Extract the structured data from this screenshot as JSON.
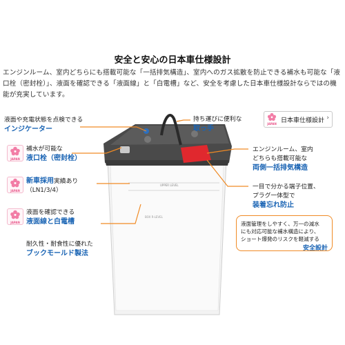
{
  "title": "安全と安心の日本車仕様設計",
  "description": "エンジンルーム、室内どちらにも搭載可能な「一括排気構造」、室内へのガス拡散を防止できる補水も可能な「液口栓（密封栓）」、液面を確認できる「液面線」と「白電槽」など、安全を考慮した日本車仕様設計ならではの機能が充実しています。",
  "spec_button": {
    "label": "日本車仕様設計",
    "icon": "sakura-icon",
    "badge_text": "JAPAN"
  },
  "callouts": {
    "indicator": {
      "line1": "液面や充電状態を点検できる",
      "emph": "インジケーター"
    },
    "handle": {
      "line1": "持ち運びに便利な",
      "emph": "取っ手"
    },
    "vent_plug": {
      "line1": "補水が可能な",
      "emph": "液口栓（密封栓）"
    },
    "exhaust": {
      "line1": "エンジンルーム、室内",
      "line2": "どちらも搭載可能な",
      "emph": "両側一括排気構造"
    },
    "new_adoption": {
      "emph": "新車採用",
      "line1_rest": "実績あり",
      "line2": "（LN1/3/4）"
    },
    "terminal": {
      "line1": "一目で分かる端子位置、",
      "line2": "プラグ一体型で",
      "emph": "装着忘れ防止"
    },
    "level_line": {
      "line1": "液面を確認できる",
      "emph": "液面線と白電槽"
    },
    "book_mold": {
      "line1": "耐久性・耐食性に優れた",
      "emph": "ブックモールド製法"
    },
    "safety": {
      "line1": "液面管理をしやすく、万一の減水",
      "line2": "にも対応可能な補水構造により、",
      "line3": "ショート爆発のリスクを軽減する",
      "emph": "安全設計"
    }
  },
  "colors": {
    "accent_blue": "#1a64b4",
    "callout_orange": "#f08a24",
    "badge_pink": "#e9588c",
    "terminal_red": "#e0282e"
  }
}
